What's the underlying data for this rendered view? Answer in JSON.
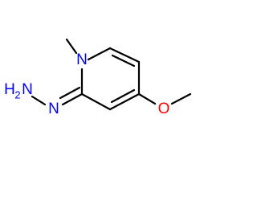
{
  "molecule": {
    "atoms": {
      "n1": {
        "symbol": "N",
        "color": "#0000ff"
      },
      "n_hydrazone": {
        "symbol": "N",
        "color": "#0000ff"
      },
      "nh2": {
        "symbol": "H",
        "subscript": "2",
        "tail": "N",
        "color": "#0000ff"
      },
      "o_methoxy": {
        "symbol": "O",
        "color": "#ff0000"
      }
    }
  }
}
